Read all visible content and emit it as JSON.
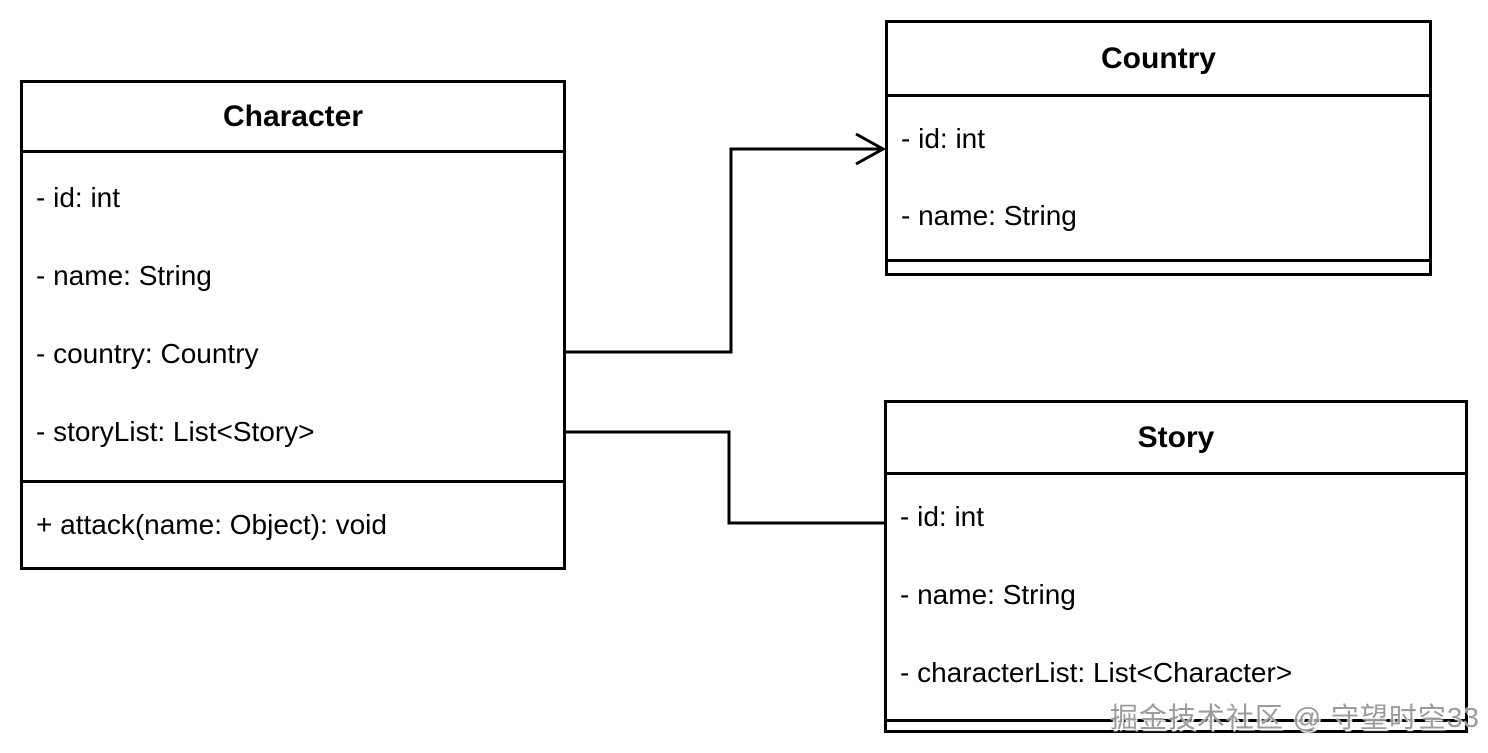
{
  "classes": {
    "character": {
      "title": "Character",
      "attributes": [
        "- id: int",
        "- name: String",
        "- country: Country",
        "- storyList: List<Story>"
      ],
      "methods": [
        "+ attack(name: Object): void"
      ]
    },
    "country": {
      "title": "Country",
      "attributes": [
        "- id: int",
        "- name: String"
      ],
      "methods": []
    },
    "story": {
      "title": "Story",
      "attributes": [
        "- id: int",
        "- name: String",
        "- characterList: List<Character>"
      ],
      "methods": []
    }
  },
  "relations": [
    {
      "from": "Character",
      "to": "Country",
      "kind": "directed-association",
      "arrowhead": "open"
    },
    {
      "from": "Character",
      "to": "Story",
      "kind": "association",
      "arrowhead": "none"
    }
  ],
  "watermark": {
    "text": "掘金技术社区 @ 守望时空33"
  },
  "colors": {
    "line": "#000000",
    "background": "#ffffff",
    "box_fill": "#ffffff",
    "watermark": "#9c9c9c"
  }
}
